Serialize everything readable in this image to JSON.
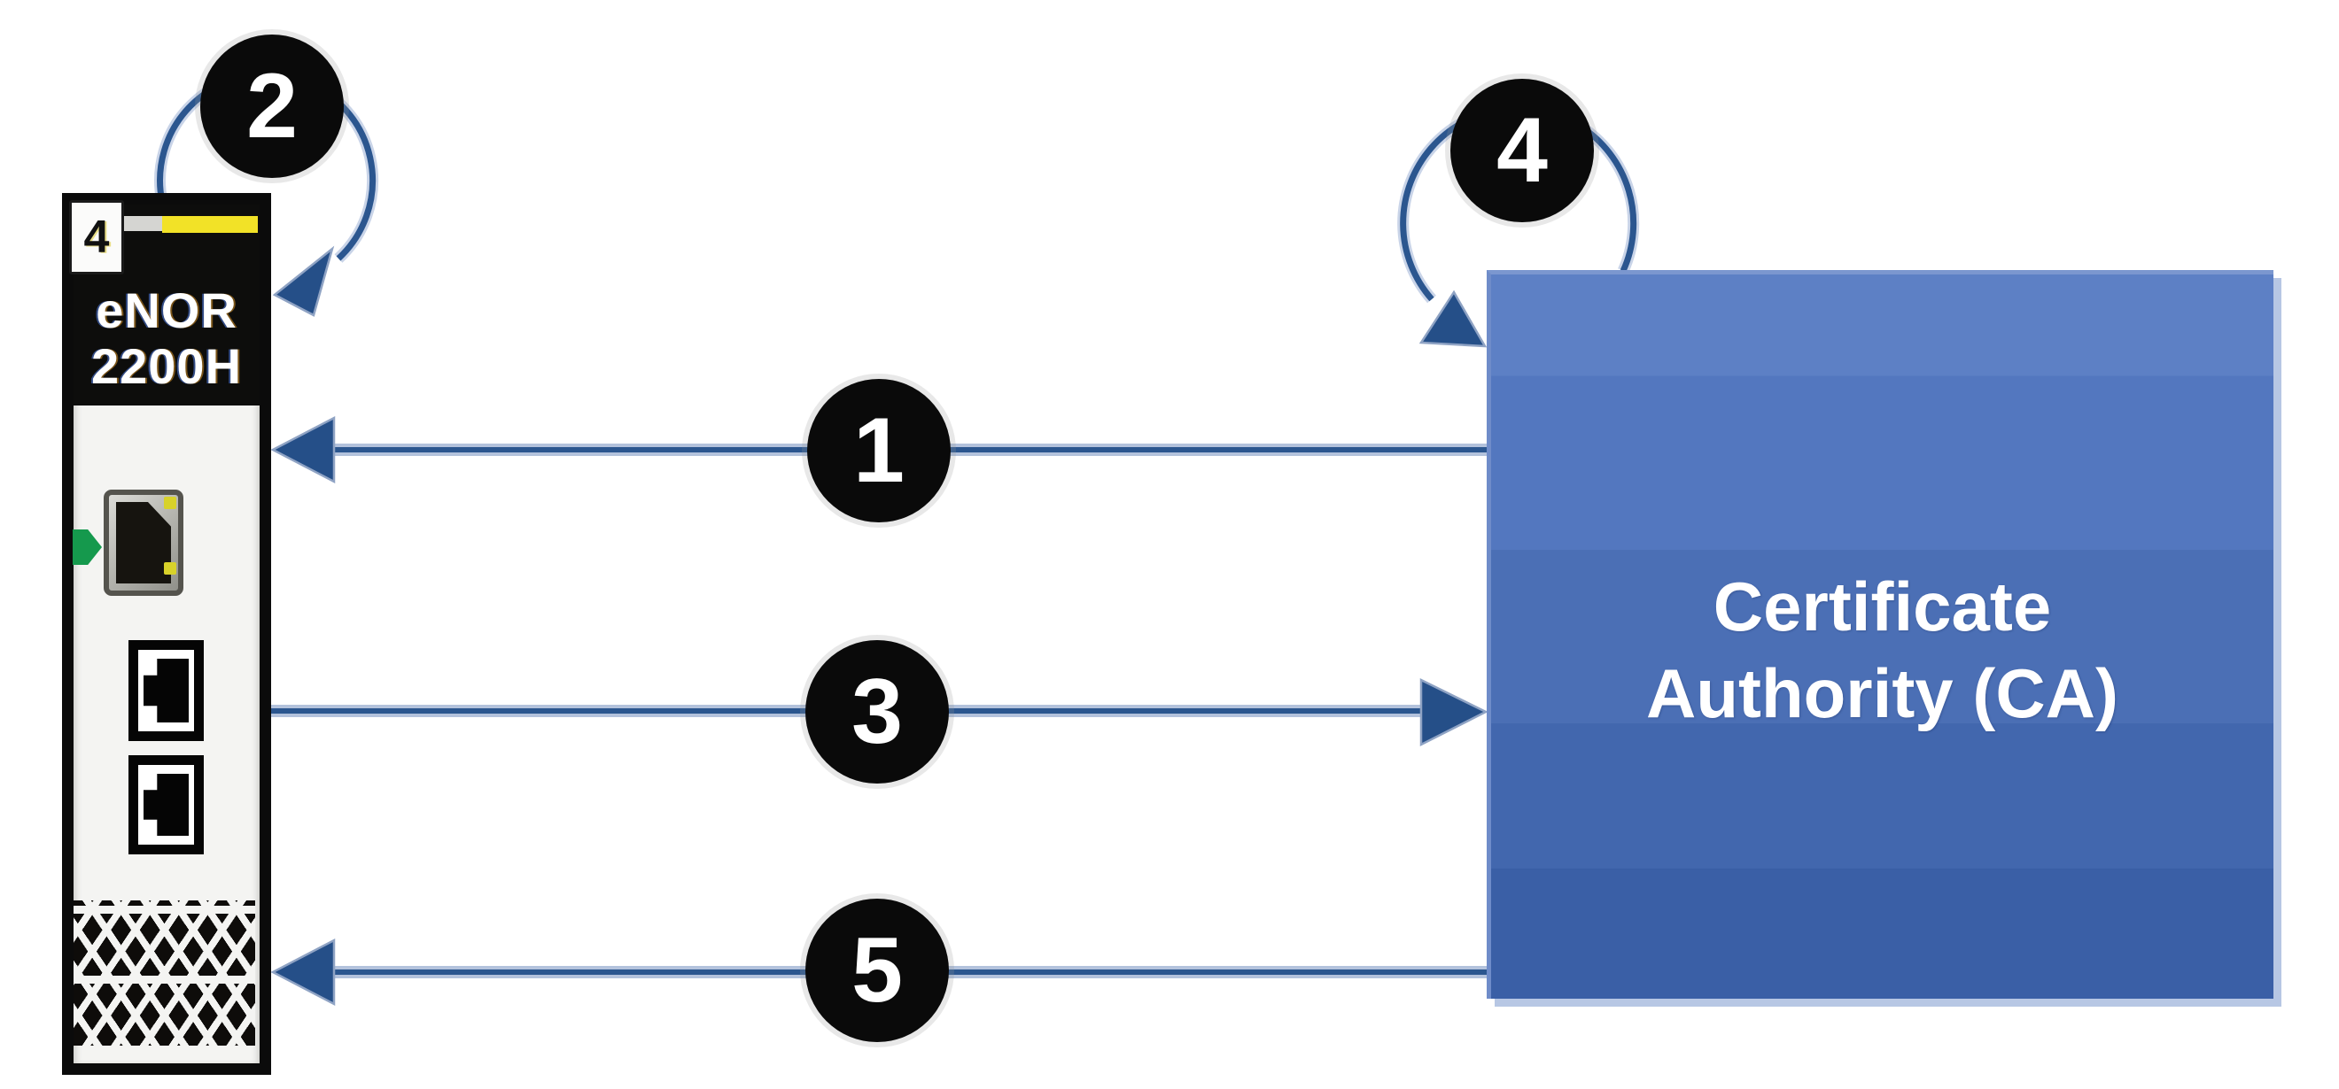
{
  "module": {
    "slot_number": "4",
    "model_line1": "eNOR",
    "model_line2": "2200H"
  },
  "ca": {
    "line1": "Certificate",
    "line2": "Authority (CA)"
  },
  "steps": {
    "s1": "1",
    "s2": "2",
    "s3": "3",
    "s4": "4",
    "s5": "5"
  },
  "colors": {
    "arrow_core": "#2b568f",
    "arrow_halo": "#b3c2dc",
    "arrowhead": "#254f88",
    "badge_bg": "#0a0a0a",
    "badge_text": "#ffffff",
    "ca_top": "#5d80c5",
    "ca_bottom": "#3a5fa6",
    "yellow_stripe": "#f2e227",
    "green_led": "#15994d"
  }
}
